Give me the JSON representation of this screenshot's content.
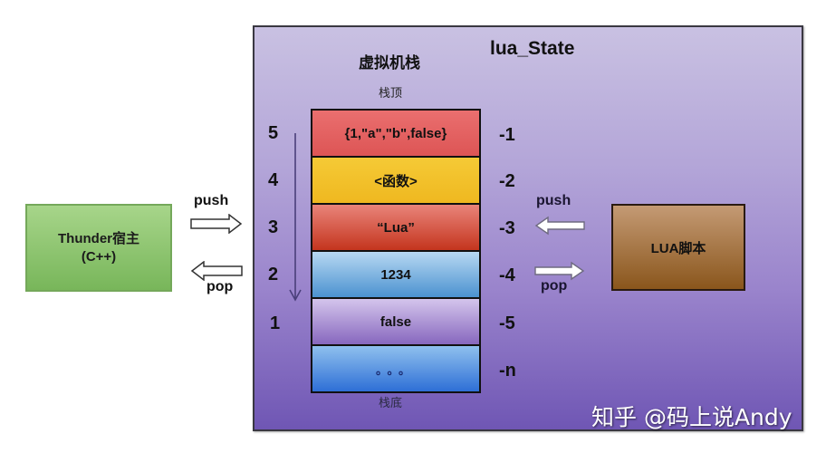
{
  "frame": {
    "title": "lua_State",
    "stack_title": "虚拟机栈",
    "stack_top_label": "栈顶",
    "stack_bottom_label": "栈底"
  },
  "stack": {
    "cells": [
      {
        "value": "{1,\"a\",\"b\",false}",
        "positive_index": "5",
        "negative_index": "-1",
        "color": "#e56464"
      },
      {
        "value": "<函数>",
        "positive_index": "4",
        "negative_index": "-2",
        "color": "#f2c12c"
      },
      {
        "value": "“Lua”",
        "positive_index": "3",
        "negative_index": "-3",
        "color": "#d65a48"
      },
      {
        "value": "1234",
        "positive_index": "2",
        "negative_index": "-4",
        "color": "#7fb4e2"
      },
      {
        "value": "false",
        "positive_index": "1",
        "negative_index": "-5",
        "color": "#ad96d6"
      },
      {
        "value": "。。。",
        "positive_index": "",
        "negative_index": "-n",
        "color": "#5d97e0"
      }
    ]
  },
  "host": {
    "line1": "Thunder宿主",
    "line2": "(C++)",
    "push_label": "push",
    "pop_label": "pop",
    "color": "#8cc56f"
  },
  "script": {
    "label": "LUA脚本",
    "push_label": "push",
    "pop_label": "pop",
    "color": "#a87744"
  },
  "watermark": "知乎 @码上说Andy"
}
